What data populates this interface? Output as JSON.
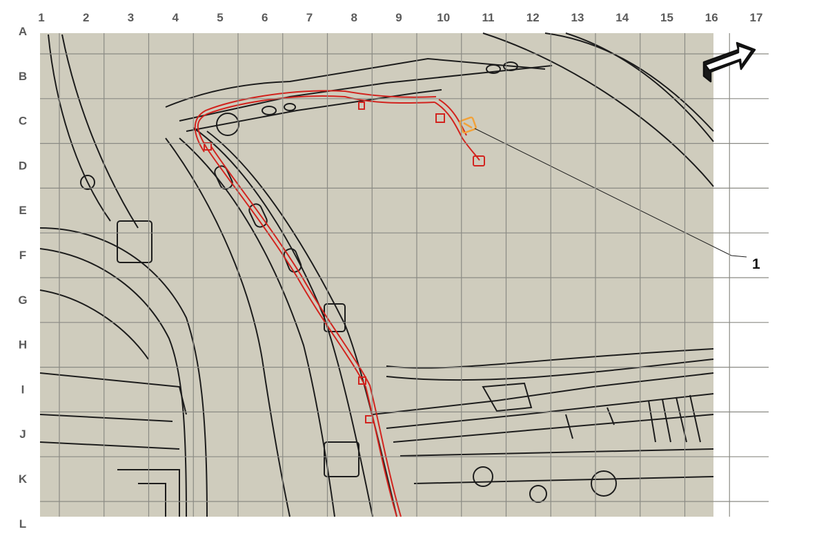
{
  "grid": {
    "columns": [
      "1",
      "2",
      "3",
      "4",
      "5",
      "6",
      "7",
      "8",
      "9",
      "10",
      "11",
      "12",
      "13",
      "14",
      "15",
      "16",
      "17"
    ],
    "rows": [
      "A",
      "B",
      "C",
      "D",
      "E",
      "F",
      "G",
      "H",
      "I",
      "J",
      "K",
      "L"
    ]
  },
  "callouts": [
    {
      "label": "1"
    }
  ],
  "icons": {
    "orientation": "direction-arrow-icon"
  },
  "colors": {
    "background": "#cfccbd",
    "grid": "#8a8a84",
    "line_art": "#1c1c1c",
    "harness": "#d2231e",
    "component_highlight": "#f2a23a"
  }
}
